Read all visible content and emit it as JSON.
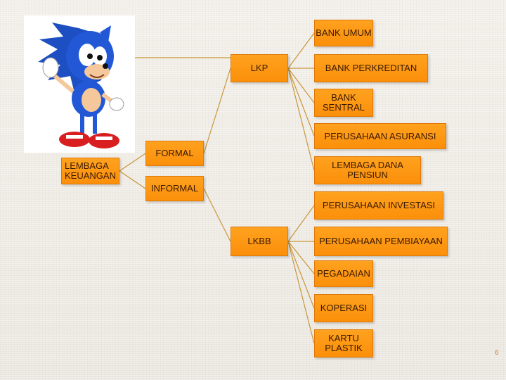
{
  "nodes": {
    "root": "LEMBAGA\nKEUANGAN",
    "formal": "FORMAL",
    "informal": "INFORMAL",
    "lkp": "LKP",
    "lkbb": "LKBB",
    "bank_umum": "BANK UMUM",
    "bank_perkreditan": "BANK PERKREDITAN",
    "bank_sentral": "BANK\nSENTRAL",
    "asuransi": "PERUSAHAAN ASURANSI",
    "dana_pensiun": "LEMBAGA DANA\nPENSIUN",
    "investasi": "PERUSAHAAN INVESTASI",
    "pembiayaan": "PERUSAHAAN PEMBIAYAAN",
    "pegadaian": "PEGADAIAN",
    "koperasi": "KOPERASI",
    "kartu_plastik": "KARTU\nPLASTIK"
  },
  "page_number": "6",
  "colors": {
    "node_fill": "#fb8f0a",
    "connector": "#c9963a",
    "background": "#efebe5"
  },
  "illustration": "sonic-hedgehog-character"
}
